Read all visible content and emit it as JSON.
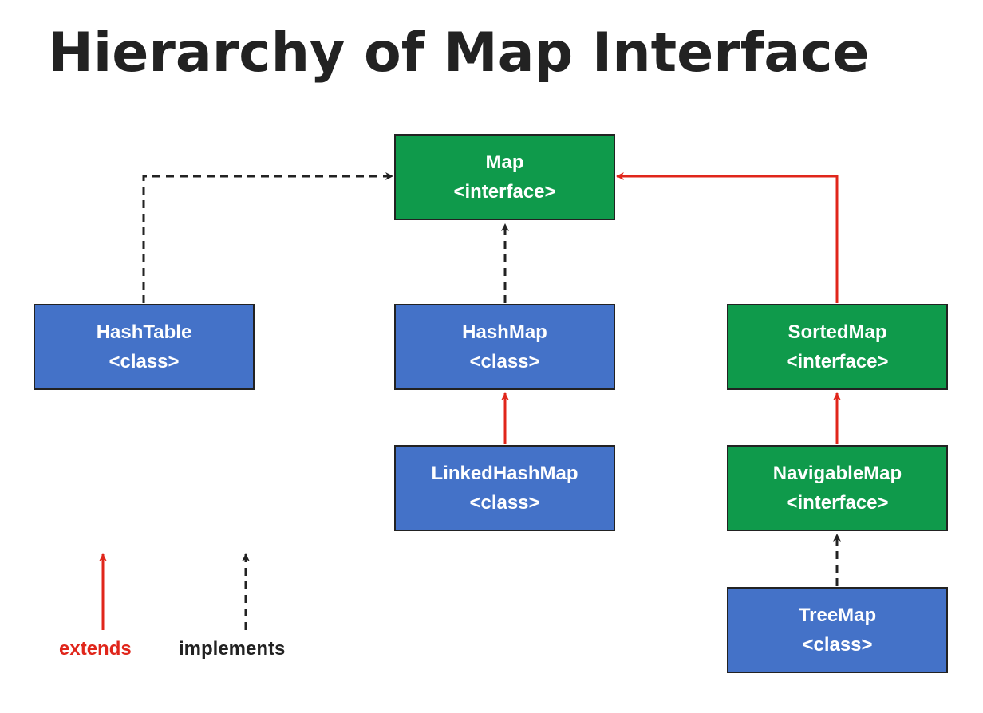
{
  "title": "Hierarchy of Map Interface",
  "colors": {
    "interface_fill": "#0f9a4b",
    "class_fill": "#4472c8",
    "extends_arrow": "#e0261b",
    "implements_arrow": "#222222",
    "box_text": "#ffffff"
  },
  "nodes": {
    "map": {
      "name": "Map",
      "kind": "<interface>"
    },
    "hashtable": {
      "name": "HashTable",
      "kind": "<class>"
    },
    "hashmap": {
      "name": "HashMap",
      "kind": "<class>"
    },
    "sortedmap": {
      "name": "SortedMap",
      "kind": "<interface>"
    },
    "linkedhashmap": {
      "name": "LinkedHashMap",
      "kind": "<class>"
    },
    "navigablemap": {
      "name": "NavigableMap",
      "kind": "<interface>"
    },
    "treemap": {
      "name": "TreeMap",
      "kind": "<class>"
    }
  },
  "edges": [
    {
      "from": "HashTable",
      "to": "Map",
      "type": "implements"
    },
    {
      "from": "HashMap",
      "to": "Map",
      "type": "implements"
    },
    {
      "from": "SortedMap",
      "to": "Map",
      "type": "extends"
    },
    {
      "from": "LinkedHashMap",
      "to": "HashMap",
      "type": "extends"
    },
    {
      "from": "NavigableMap",
      "to": "SortedMap",
      "type": "extends"
    },
    {
      "from": "TreeMap",
      "to": "NavigableMap",
      "type": "implements"
    }
  ],
  "legend": {
    "extends_label": "extends",
    "implements_label": "implements"
  }
}
